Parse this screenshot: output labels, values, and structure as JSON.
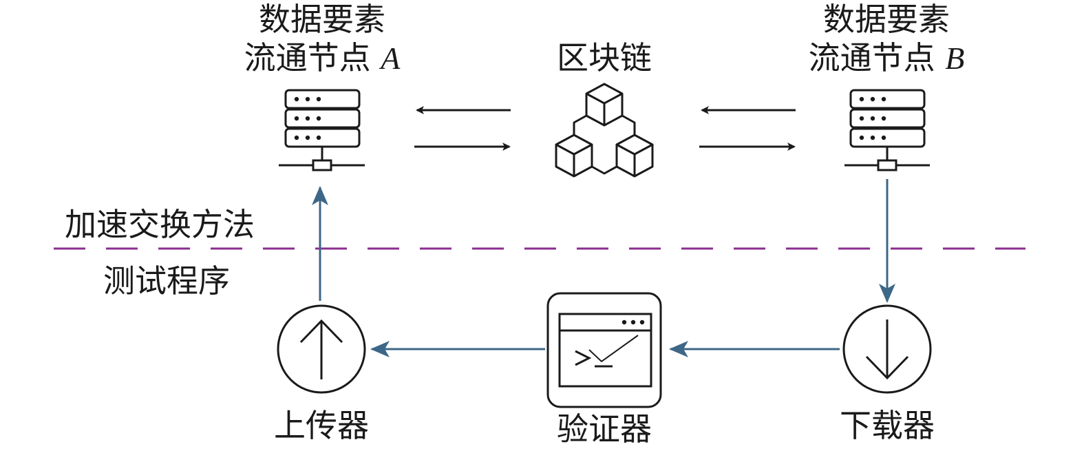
{
  "nodes": {
    "node_a": {
      "line1": "数据要素",
      "line2": "流通节点 ",
      "suffix": "A"
    },
    "blockchain": {
      "label": "区块链"
    },
    "node_b": {
      "line1": "数据要素",
      "line2": "流通节点 ",
      "suffix": "B"
    },
    "uploader": {
      "label": "上传器"
    },
    "verifier": {
      "label": "验证器"
    },
    "downloader": {
      "label": "下载器"
    }
  },
  "regions": {
    "top": "加速交换方法",
    "bottom": "测试程序"
  },
  "colors": {
    "stroke": "#1a1a1a",
    "flow": "#3d6787",
    "divider": "#8b2d8f"
  },
  "icons": {
    "node_a": "server-icon",
    "node_b": "server-icon",
    "blockchain": "blockchain-cubes-icon",
    "uploader": "upload-arrow-icon",
    "verifier": "terminal-window-icon",
    "downloader": "download-arrow-icon"
  }
}
